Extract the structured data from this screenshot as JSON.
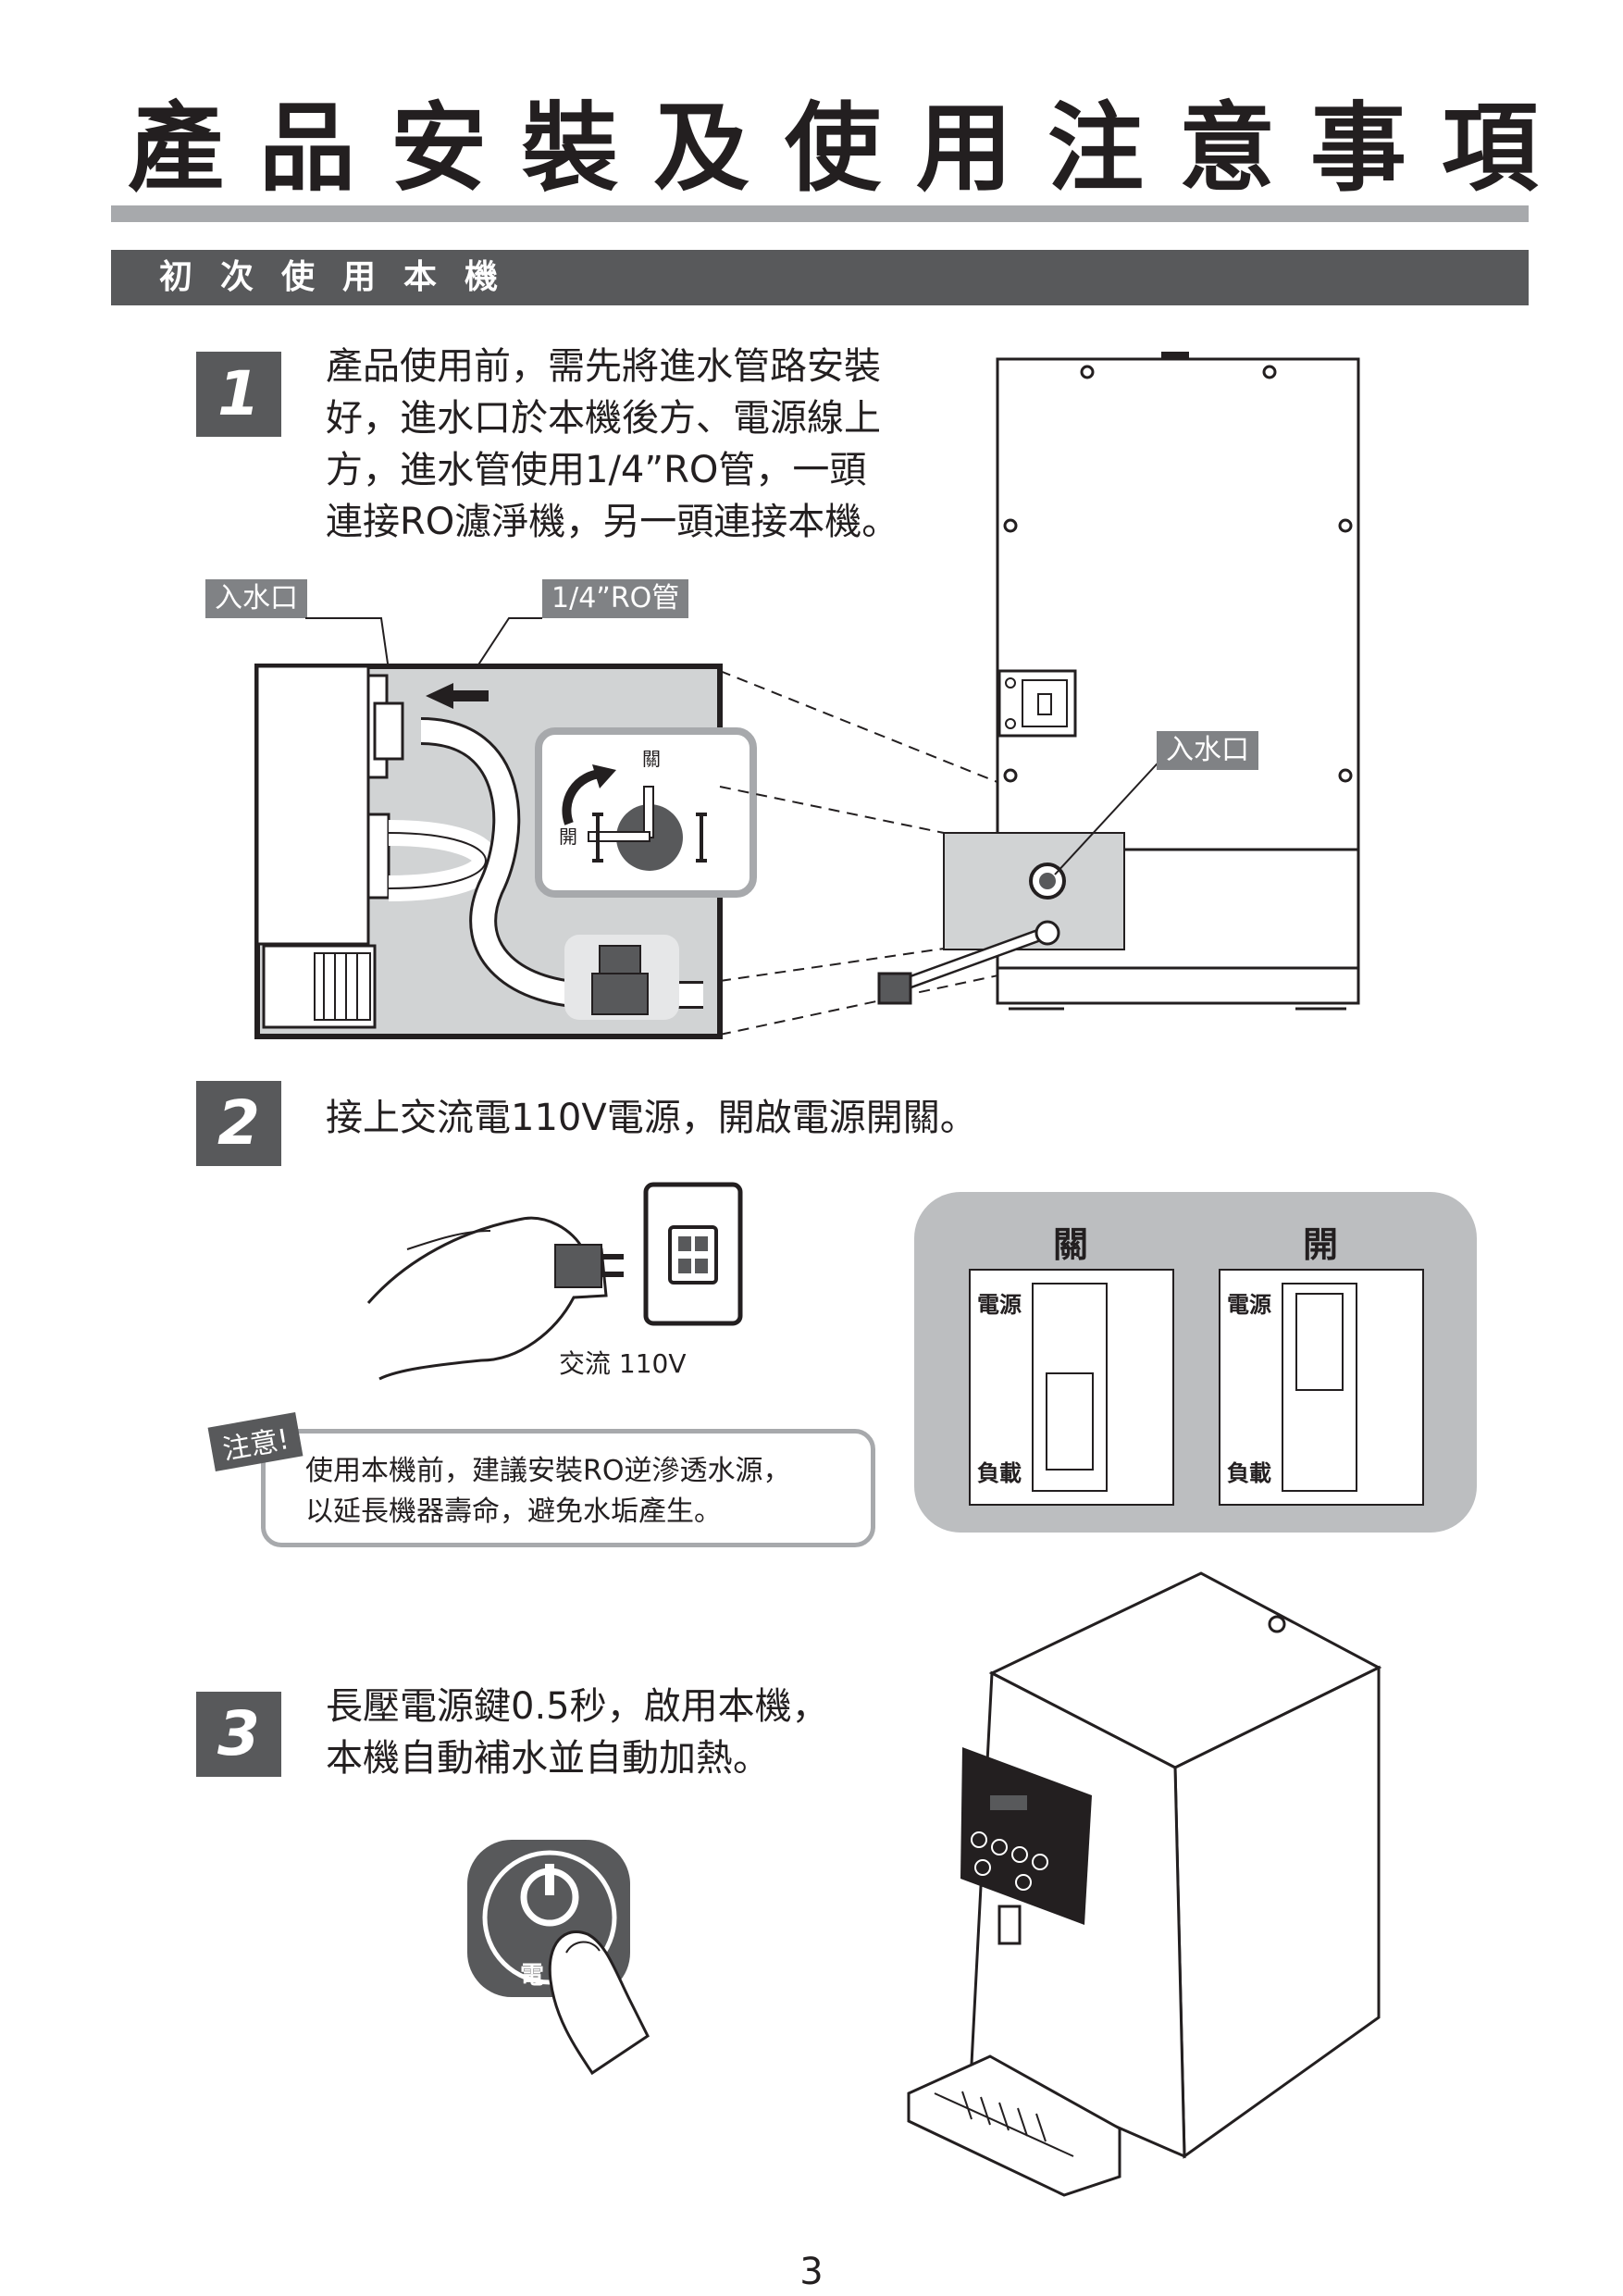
{
  "title": "產品安裝及使用注意事項",
  "section": "初次使用本機",
  "steps": [
    {
      "number": "1",
      "text": "產品使用前，需先將進水管路安裝\n好，進水口於本機後方、電源線上\n方，進水管使用1/4”RO管，一頭\n連接RO濾淨機，另一頭連接本機。"
    },
    {
      "number": "2",
      "text": "接上交流電110V電源，開啟電源開關。"
    },
    {
      "number": "3",
      "text": "長壓電源鍵0.5秒，啟用本機，\n本機自動補水並自動加熱。"
    }
  ],
  "labels": {
    "inlet": "入水口",
    "pipe": "1/4”RO管",
    "valve_close": "關",
    "valve_open": "開",
    "inlet_back": "入水口",
    "ac": "交流 110V",
    "switch_off": "關",
    "switch_on": "開",
    "power": "電源",
    "load": "負載",
    "power_btn": "電"
  },
  "note": {
    "tag": "注意!",
    "text": "使用本機前，建議安裝RO逆滲透水源，\n以延長機器壽命，避免水垢產生。"
  },
  "page_number": "3",
  "colors": {
    "dark": "#58595b",
    "gray": "#a7a9ac",
    "panel": "#bcbec0",
    "text": "#231f20"
  }
}
